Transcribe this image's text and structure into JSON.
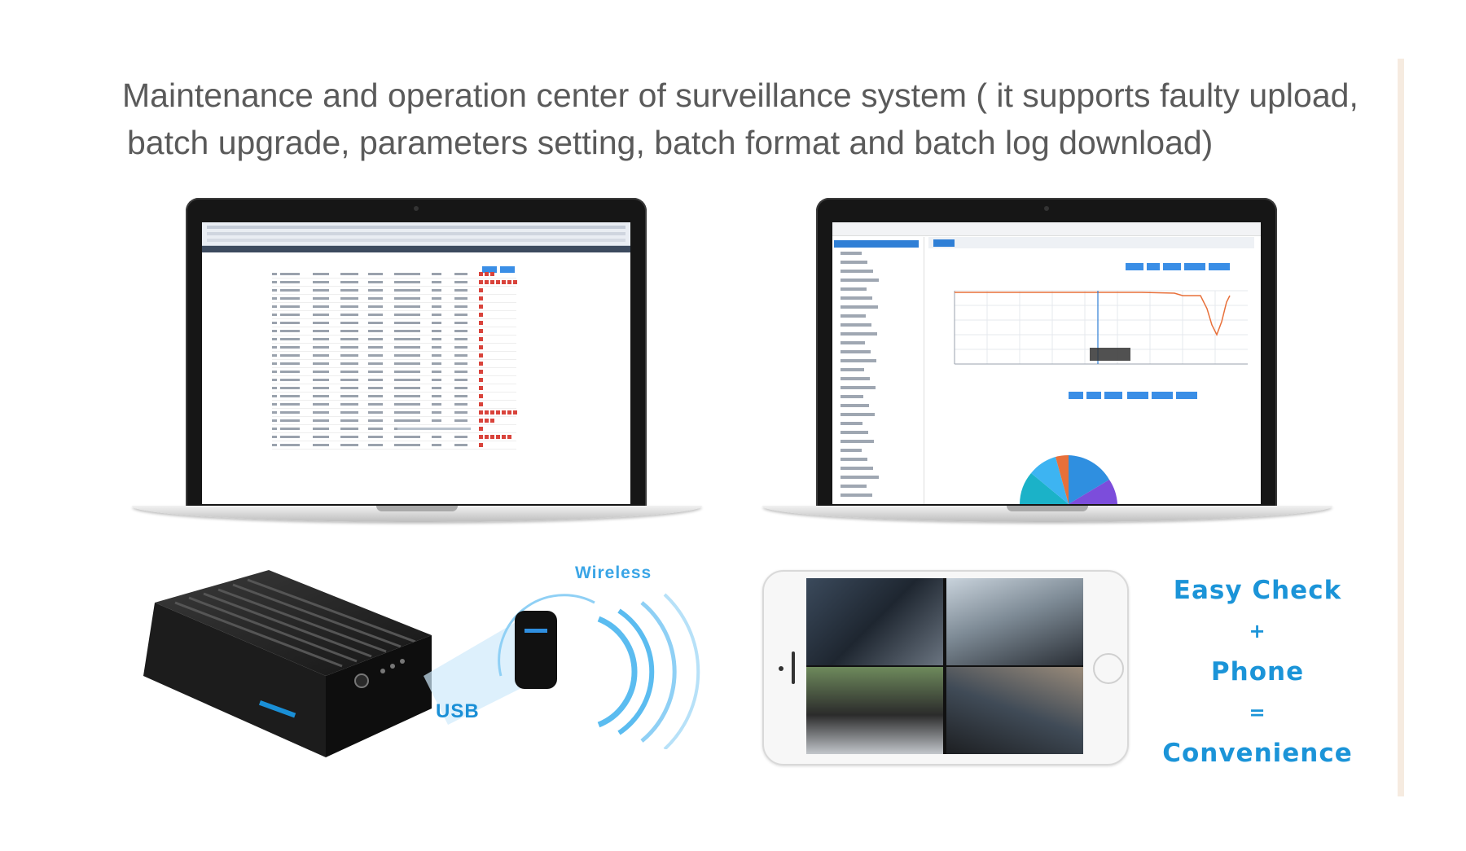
{
  "headline": {
    "line1": "Maintenance and operation center of surveillance system ( it supports faulty upload,",
    "line2": "batch upgrade, parameters setting, batch format and batch log download)"
  },
  "labels": {
    "usb": "USB",
    "wireless": "Wireless"
  },
  "slogan": {
    "line1": "Easy Check",
    "plus": "+",
    "line2": "Phone",
    "equals": "=",
    "line3": "Convenience"
  },
  "colors": {
    "accent": "#1b94d8",
    "headline_text": "#5a5a5a",
    "status_red": "#d9433b",
    "ui_blue": "#3a8ee6",
    "chart_line": "#e8703a"
  },
  "icons": {
    "dvr": "mobile-dvr-device",
    "wifi_module": "wifi-dongle",
    "signal": "wireless-signal-waves",
    "laptop": "laptop",
    "phone": "smartphone"
  }
}
